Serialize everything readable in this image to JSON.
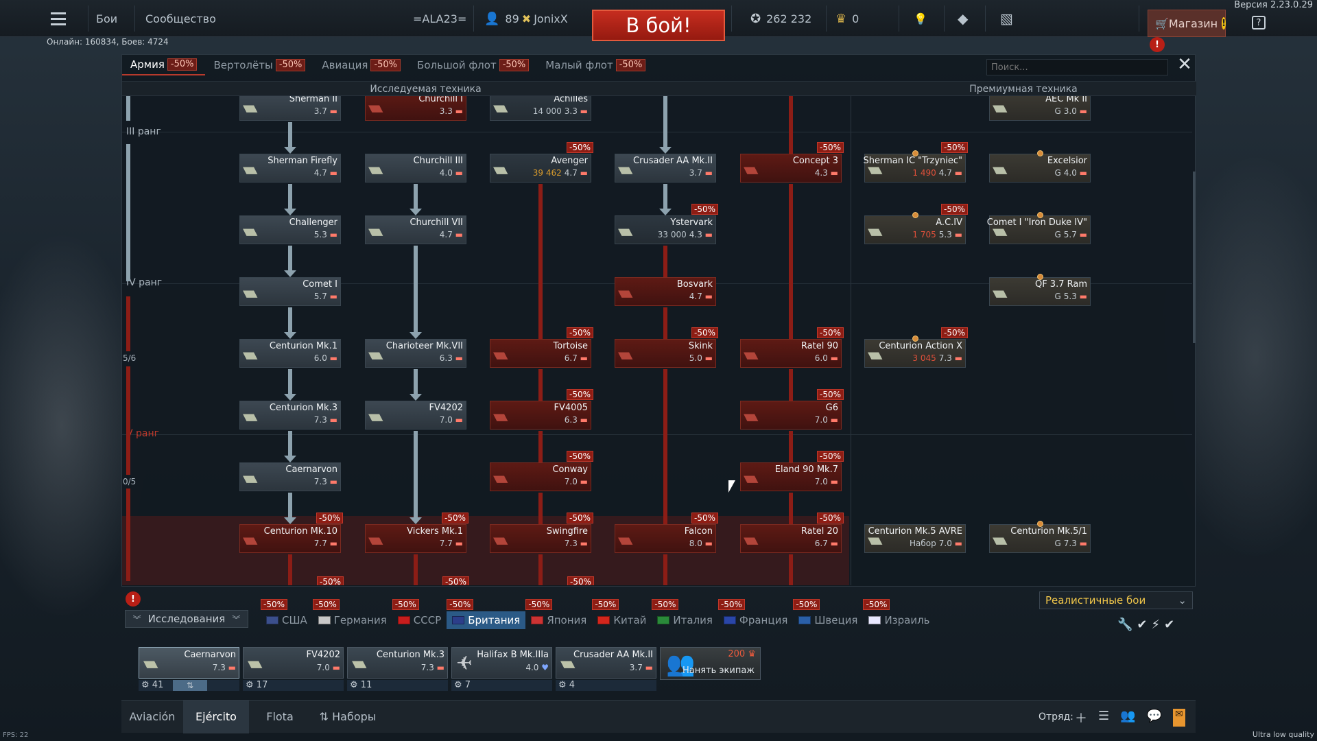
{
  "version": "Версия 2.23.0.29",
  "online": "Онлайн: 160834, Боев: 4724",
  "topbar": {
    "battles": "Бои",
    "community": "Сообщество",
    "squad_tag": "=ALA23=",
    "level": "89",
    "nickname": "JonixX",
    "battle_button": "В бой!",
    "silver": "262 232",
    "gold": "0",
    "shop": "Магазин",
    "help": "?"
  },
  "categories": [
    {
      "label": "Армия",
      "discount": "-50%",
      "active": true
    },
    {
      "label": "Вертолёты",
      "discount": "-50%"
    },
    {
      "label": "Авиация",
      "discount": "-50%"
    },
    {
      "label": "Большой флот",
      "discount": "-50%"
    },
    {
      "label": "Малый флот",
      "discount": "-50%"
    }
  ],
  "search_placeholder": "Поиск...",
  "close_icon": "close-icon",
  "sections": {
    "researched": "Исследуемая техника",
    "premium": "Премиумная техника"
  },
  "ranks": {
    "r3": "III ранг",
    "r4": "IV ранг",
    "r5": "V ранг",
    "c1": "5/6",
    "c2": "0/5"
  },
  "vehicles": [
    {
      "id": "sherman2",
      "name": "Sherman II",
      "br": "3.7",
      "state": "owned",
      "col": 0,
      "row": 0
    },
    {
      "id": "churchill1",
      "name": "Churchill I",
      "br": "3.3",
      "state": "locked",
      "col": 1,
      "row": 0
    },
    {
      "id": "achilles",
      "name": "Achilles",
      "br": "3.3",
      "rp": "14 000",
      "state": "researchable",
      "col": 2,
      "row": 0
    },
    {
      "id": "aec2",
      "name": "AEC Mk II",
      "br": "3.0",
      "state": "prem",
      "col": 6,
      "row": 0,
      "g": "G"
    },
    {
      "id": "firefly",
      "name": "Sherman Firefly",
      "br": "4.7",
      "state": "owned",
      "col": 0,
      "row": 1
    },
    {
      "id": "churchill3",
      "name": "Churchill III",
      "br": "4.0",
      "state": "owned",
      "col": 1,
      "row": 1
    },
    {
      "id": "avenger",
      "name": "Avenger",
      "br": "4.7",
      "cost": "39 462",
      "state": "researchable",
      "col": 2,
      "row": 1,
      "disc": "-50%"
    },
    {
      "id": "crusaderaa",
      "name": "Crusader AA Mk.II",
      "br": "3.7",
      "state": "owned",
      "col": 3,
      "row": 1
    },
    {
      "id": "concept3",
      "name": "Concept 3",
      "br": "4.3",
      "state": "locked",
      "col": 4,
      "row": 1,
      "disc": "-50%"
    },
    {
      "id": "shermanic",
      "name": "Sherman IC \"Trzyniec\"",
      "br": "4.7",
      "gold": "1 490",
      "state": "prem",
      "col": 5,
      "row": 1,
      "disc": "-50%"
    },
    {
      "id": "excelsior",
      "name": "Excelsior",
      "br": "4.0",
      "state": "prem",
      "col": 6,
      "row": 1,
      "g": "G"
    },
    {
      "id": "challenger",
      "name": "Challenger",
      "br": "5.3",
      "state": "owned",
      "col": 0,
      "row": 2
    },
    {
      "id": "churchill7",
      "name": "Churchill VII",
      "br": "4.7",
      "state": "owned",
      "col": 1,
      "row": 2
    },
    {
      "id": "ystervark",
      "name": "Ystervark",
      "br": "4.3",
      "rp": "33 000",
      "state": "researchable",
      "col": 3,
      "row": 2,
      "disc": "-50%"
    },
    {
      "id": "aciv",
      "name": "A.C.IV",
      "br": "5.3",
      "gold": "1 705",
      "state": "prem",
      "col": 5,
      "row": 2,
      "disc": "-50%"
    },
    {
      "id": "ironduke",
      "name": "Comet I \"Iron Duke IV\"",
      "br": "5.7",
      "state": "prem",
      "col": 6,
      "row": 2,
      "g": "G"
    },
    {
      "id": "comet1",
      "name": "Comet I",
      "br": "5.7",
      "state": "owned",
      "col": 0,
      "row": 3
    },
    {
      "id": "bosvark",
      "name": "Bosvark",
      "br": "4.7",
      "state": "locked",
      "col": 3,
      "row": 3
    },
    {
      "id": "qf37ram",
      "name": "QF 3.7 Ram",
      "br": "5.3",
      "state": "prem",
      "col": 6,
      "row": 3,
      "g": "G"
    },
    {
      "id": "centmk1",
      "name": "Centurion Mk.1",
      "br": "6.0",
      "state": "owned",
      "col": 0,
      "row": 4
    },
    {
      "id": "charioteer",
      "name": "Charioteer Mk.VII",
      "br": "6.3",
      "state": "owned",
      "col": 1,
      "row": 4
    },
    {
      "id": "tortoise",
      "name": "Tortoise",
      "br": "6.7",
      "state": "locked",
      "col": 2,
      "row": 4,
      "disc": "-50%"
    },
    {
      "id": "skink",
      "name": "Skink",
      "br": "5.0",
      "state": "locked",
      "col": 3,
      "row": 4,
      "disc": "-50%"
    },
    {
      "id": "ratel90",
      "name": "Ratel 90",
      "br": "6.0",
      "state": "locked",
      "col": 4,
      "row": 4,
      "disc": "-50%"
    },
    {
      "id": "centax",
      "name": "Centurion Action X",
      "br": "7.3",
      "gold": "3 045",
      "state": "prem",
      "col": 5,
      "row": 4,
      "disc": "-50%"
    },
    {
      "id": "centmk3",
      "name": "Centurion Mk.3",
      "br": "7.3",
      "state": "owned",
      "col": 0,
      "row": 5
    },
    {
      "id": "fv4202",
      "name": "FV4202",
      "br": "7.0",
      "state": "owned",
      "col": 1,
      "row": 5
    },
    {
      "id": "fv4005",
      "name": "FV4005",
      "br": "6.3",
      "state": "locked",
      "col": 2,
      "row": 5,
      "disc": "-50%"
    },
    {
      "id": "g6",
      "name": "G6",
      "br": "7.0",
      "state": "locked",
      "col": 4,
      "row": 5,
      "disc": "-50%"
    },
    {
      "id": "caernarvon",
      "name": "Caernarvon",
      "br": "7.3",
      "state": "owned",
      "col": 0,
      "row": 6
    },
    {
      "id": "conway",
      "name": "Conway",
      "br": "7.0",
      "state": "locked",
      "col": 2,
      "row": 6,
      "disc": "-50%"
    },
    {
      "id": "eland90",
      "name": "Eland 90 Mk.7",
      "br": "7.0",
      "state": "locked",
      "col": 4,
      "row": 6,
      "disc": "-50%"
    },
    {
      "id": "centmk10",
      "name": "Centurion Mk.10",
      "br": "7.7",
      "state": "locked",
      "col": 0,
      "row": 7,
      "disc": "-50%"
    },
    {
      "id": "vickers",
      "name": "Vickers Mk.1",
      "br": "7.7",
      "state": "locked",
      "col": 1,
      "row": 7,
      "disc": "-50%"
    },
    {
      "id": "swingfire",
      "name": "Swingfire",
      "br": "7.3",
      "state": "locked",
      "col": 2,
      "row": 7,
      "disc": "-50%"
    },
    {
      "id": "falcon",
      "name": "Falcon",
      "br": "8.0",
      "state": "locked",
      "col": 3,
      "row": 7,
      "disc": "-50%"
    },
    {
      "id": "ratel20",
      "name": "Ratel 20",
      "br": "6.7",
      "state": "locked",
      "col": 4,
      "row": 7,
      "disc": "-50%"
    },
    {
      "id": "cent5avre",
      "name": "Centurion Mk.5 AVRE",
      "br": "7.0",
      "set": "Набор",
      "state": "prem",
      "col": 5,
      "row": 7
    },
    {
      "id": "cent51",
      "name": "Centurion Mk.5/1",
      "br": "7.3",
      "state": "prem",
      "col": 6,
      "row": 7,
      "g": "G"
    }
  ],
  "bottom_discounts": [
    "-50%",
    "-50%",
    "-50%"
  ],
  "game_mode": "Реалистичные бои",
  "research_tab": "Исследования",
  "nations": [
    {
      "label": "США",
      "flag": "#3b4f8c",
      "disc": "-50%"
    },
    {
      "label": "Германия",
      "flag": "#c8c8c8",
      "disc": "-50%"
    },
    {
      "label": "СССР",
      "flag": "#c81d1d",
      "disc": "-50%"
    },
    {
      "label": "Британия",
      "flag": "#2c3e8a",
      "disc": "-50%",
      "active": true
    },
    {
      "label": "Япония",
      "flag": "#c33",
      "disc": "-50%"
    },
    {
      "label": "Китай",
      "flag": "#d4261c",
      "disc": "-50%"
    },
    {
      "label": "Италия",
      "flag": "#2a8a3a",
      "disc": "-50%"
    },
    {
      "label": "Франция",
      "flag": "#2a46a8",
      "disc": "-50%"
    },
    {
      "label": "Швеция",
      "flag": "#2a5fa8",
      "disc": "-50%"
    },
    {
      "label": "Израиль",
      "flag": "#e8e8ff",
      "disc": "-50%"
    }
  ],
  "crew": [
    {
      "name": "Caernarvon",
      "br": "7.3",
      "count": "41",
      "kind": "tank"
    },
    {
      "name": "FV4202",
      "br": "7.0",
      "count": "17",
      "kind": "tank"
    },
    {
      "name": "Centurion Mk.3",
      "br": "7.3",
      "count": "11",
      "kind": "tank"
    },
    {
      "name": "Halifax B Mk.IIIa",
      "br": "4.0",
      "count": "7",
      "kind": "plane"
    },
    {
      "name": "Crusader AA Mk.II",
      "br": "3.7",
      "count": "4",
      "kind": "tank"
    }
  ],
  "hire": {
    "gold": "200",
    "label": "Нанять экипаж"
  },
  "bottom": {
    "aviacion": "Aviación",
    "ejercito": "Ejército",
    "flota": "Flota",
    "sets": "Наборы",
    "squad": "Отряд:"
  },
  "fps": "FPS: 22",
  "quality": "Ultra low quality"
}
